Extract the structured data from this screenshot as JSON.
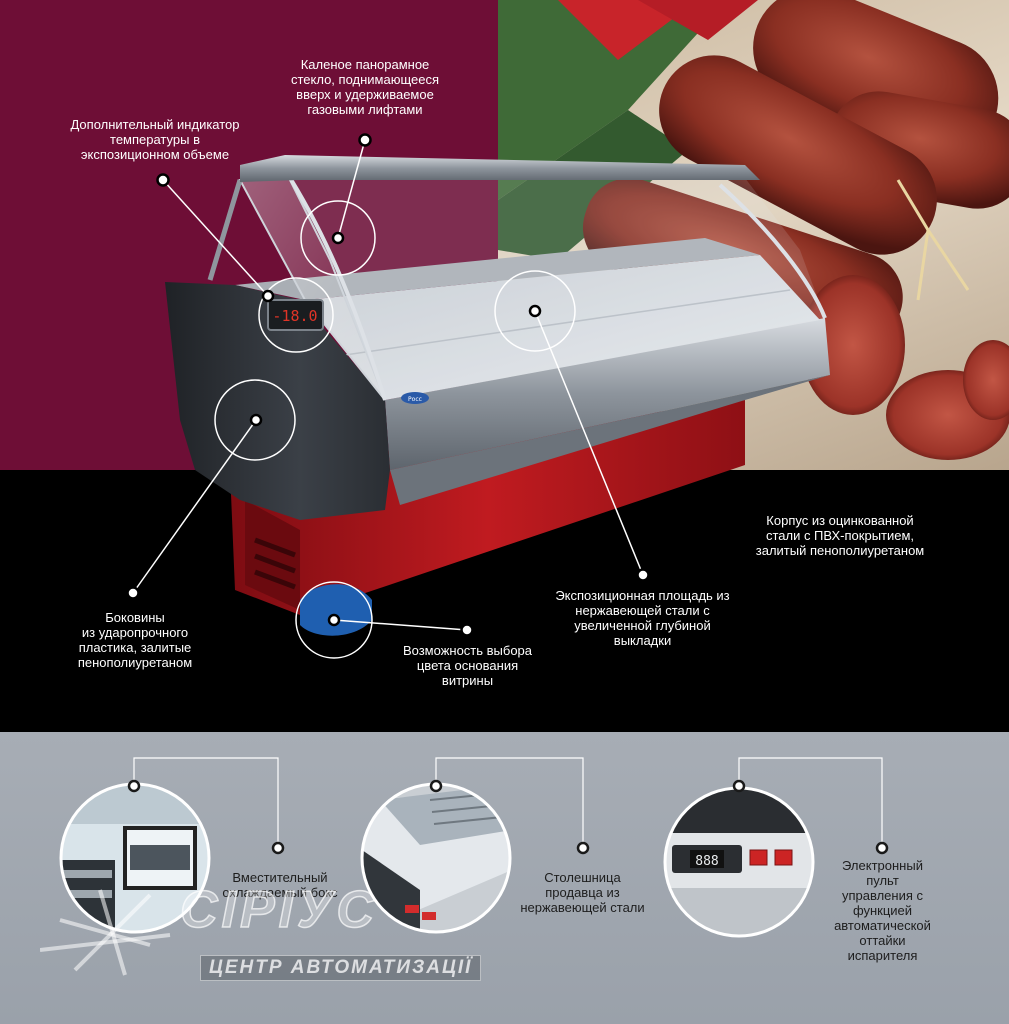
{
  "callouts": {
    "glass": [
      "Каленое панорамное",
      "стекло, поднимающееся",
      "вверх и удерживаемое",
      "газовыми лифтами"
    ],
    "indicator": [
      "Дополнительный индикатор",
      "температуры в",
      "экспозиционном объеме"
    ],
    "body": [
      "Корпус из оцинкованной",
      "стали с ПВХ-покрытием,",
      "залитый пенополиуретаном"
    ],
    "display_area": [
      "Экспозиционная площадь из",
      "нержавеющей стали с",
      "увеличенной глубиной",
      "выкладки"
    ],
    "sides": [
      "Боковины",
      "из ударопрочного",
      "пластика, залитые",
      "пенополиуретаном"
    ],
    "color": [
      "Возможность выбора",
      "цвета основания",
      "витрины"
    ],
    "box": [
      "Вместительный",
      "охлаждаемый бокс"
    ],
    "countertop": [
      "Столешница",
      "продавца из",
      "нержавеющей стали"
    ],
    "control": [
      "Электронный",
      "пульт",
      "управления с",
      "функцией",
      "автоматической",
      "оттайки",
      "испарителя"
    ]
  },
  "display": {
    "indicator_reading": "-18.0",
    "panel_reading": "888",
    "brand_badge": "Росс"
  },
  "watermark": {
    "brand": "СІРІУС",
    "tagline": "ЦЕНТР АВТОМАТИЗАЦІЇ"
  },
  "colors": {
    "burgundy": "#6e0e36",
    "red_base": "#b3151b",
    "blue_sample": "#1f5fb0",
    "gray_band": "#a1a7b0"
  }
}
